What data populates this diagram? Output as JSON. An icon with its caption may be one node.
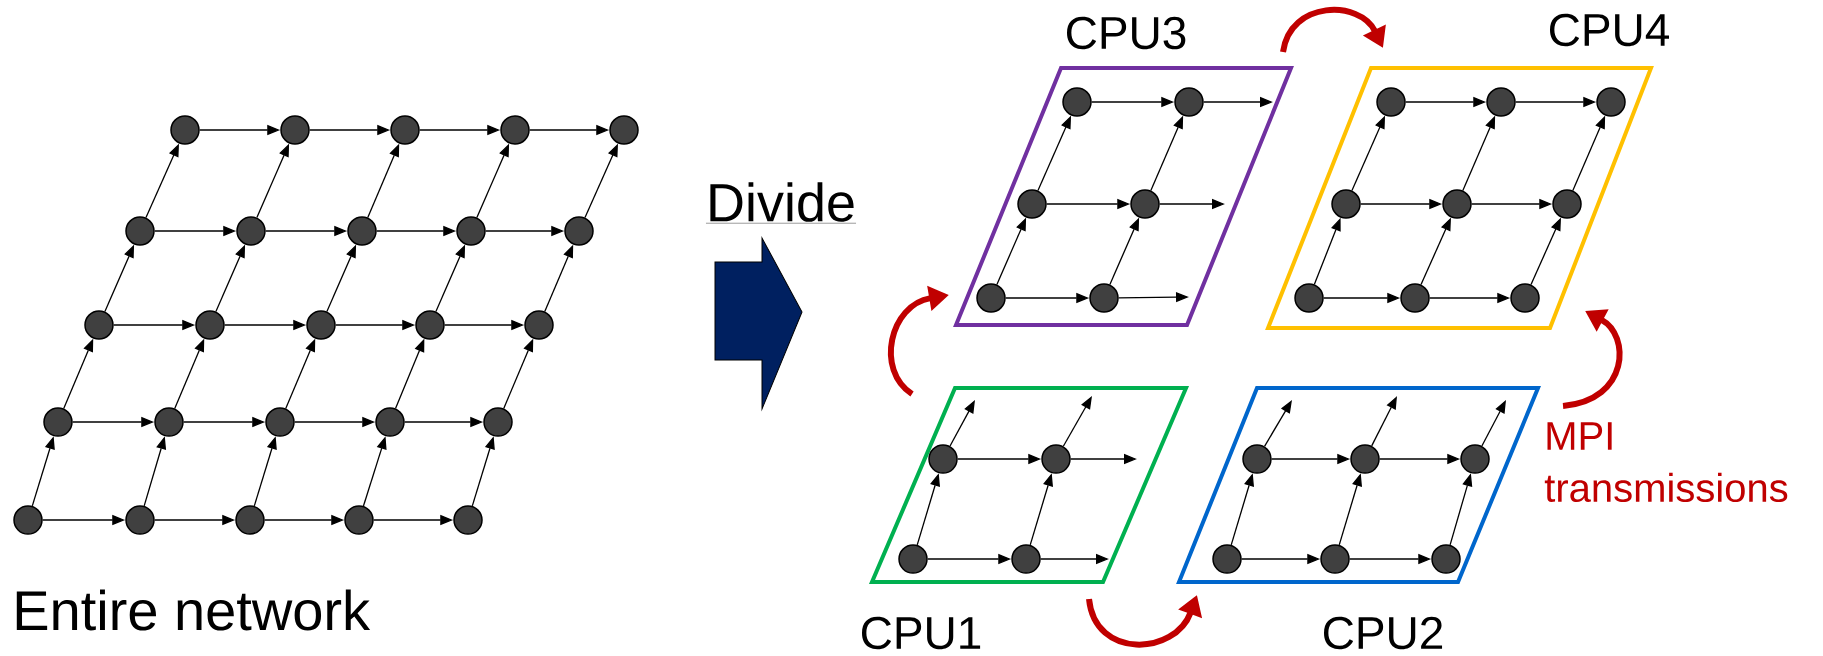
{
  "diagram": {
    "nodes": [
      {
        "text": [],
        "shape": "circle"
      },
      {
        "text": [],
        "shape": "circle"
      },
      {
        "text": [],
        "shape": "circle"
      },
      {
        "text": [],
        "shape": "circle"
      },
      {
        "text": [],
        "shape": "circle"
      },
      {
        "text": [],
        "shape": "circle"
      },
      {
        "text": [],
        "shape": "circle"
      },
      {
        "text": [],
        "shape": "circle"
      },
      {
        "text": [],
        "shape": "circle"
      },
      {
        "text": [],
        "shape": "circle"
      },
      {
        "text": [],
        "shape": "circle"
      },
      {
        "text": [],
        "shape": "circle"
      },
      {
        "text": [],
        "shape": "circle"
      },
      {
        "text": [],
        "shape": "circle"
      },
      {
        "text": [],
        "shape": "circle"
      },
      {
        "text": [],
        "shape": "circle"
      },
      {
        "text": [],
        "shape": "circle"
      },
      {
        "text": [],
        "shape": "circle"
      },
      {
        "text": [],
        "shape": "circle"
      },
      {
        "text": [],
        "shape": "circle"
      },
      {
        "text": [],
        "shape": "circle"
      },
      {
        "text": [],
        "shape": "circle"
      },
      {
        "text": [],
        "shape": "circle"
      },
      {
        "text": [],
        "shape": "circle"
      },
      {
        "text": [],
        "shape": "circle"
      },
      {
        "text": [
          "CPU3"
        ]
      },
      {
        "text": [],
        "shape": "circle",
        "in": 25
      },
      {
        "text": [],
        "shape": "circle",
        "in": 25
      },
      {
        "text": [],
        "shape": "circle",
        "in": 25
      },
      {
        "text": [],
        "shape": "circle",
        "in": 25
      },
      {
        "text": [],
        "shape": "circle",
        "in": 25
      },
      {
        "text": [],
        "shape": "circle",
        "in": 25
      },
      {
        "text": [
          "CPU4"
        ]
      },
      {
        "text": [],
        "shape": "circle",
        "in": 32
      },
      {
        "text": [],
        "shape": "circle",
        "in": 32
      },
      {
        "text": [],
        "shape": "circle",
        "in": 32
      },
      {
        "text": [],
        "shape": "circle",
        "in": 32
      },
      {
        "text": [],
        "shape": "circle",
        "in": 32
      },
      {
        "text": [],
        "shape": "circle",
        "in": 32
      },
      {
        "text": [],
        "shape": "circle",
        "in": 32
      },
      {
        "text": [],
        "shape": "circle",
        "in": 32
      },
      {
        "text": [],
        "shape": "circle",
        "in": 32
      },
      {
        "text": [
          "CPU1"
        ]
      },
      {
        "text": [],
        "shape": "circle",
        "in": 42
      },
      {
        "text": [],
        "shape": "circle",
        "in": 42
      },
      {
        "text": [],
        "shape": "circle",
        "in": 42
      },
      {
        "text": [],
        "shape": "circle",
        "in": 42
      },
      {
        "text": [
          "CPU2"
        ]
      },
      {
        "text": [],
        "shape": "circle",
        "in": 47
      },
      {
        "text": [],
        "shape": "circle",
        "in": 47
      },
      {
        "text": [],
        "shape": "circle",
        "in": 47
      },
      {
        "text": [],
        "shape": "circle",
        "in": 47
      },
      {
        "text": [],
        "shape": "circle",
        "in": 47
      },
      {
        "text": [],
        "shape": "circle",
        "in": 47
      }
    ],
    "edges": [
      {
        "from": 0,
        "to": 1,
        "arrow": "to"
      },
      {
        "from": 1,
        "to": 2,
        "arrow": "to"
      },
      {
        "from": 2,
        "to": 3,
        "arrow": "to"
      },
      {
        "from": 3,
        "to": 4,
        "arrow": "to"
      },
      {
        "from": 5,
        "to": 6,
        "arrow": "to"
      },
      {
        "from": 6,
        "to": 7,
        "arrow": "to"
      },
      {
        "from": 7,
        "to": 8,
        "arrow": "to"
      },
      {
        "from": 8,
        "to": 9,
        "arrow": "to"
      },
      {
        "from": 10,
        "to": 11,
        "arrow": "to"
      },
      {
        "from": 11,
        "to": 12,
        "arrow": "to"
      },
      {
        "from": 12,
        "to": 13,
        "arrow": "to"
      },
      {
        "from": 13,
        "to": 14,
        "arrow": "to"
      },
      {
        "from": 15,
        "to": 16,
        "arrow": "to"
      },
      {
        "from": 16,
        "to": 17,
        "arrow": "to"
      },
      {
        "from": 17,
        "to": 18,
        "arrow": "to"
      },
      {
        "from": 18,
        "to": 19,
        "arrow": "to"
      },
      {
        "from": 20,
        "to": 21,
        "arrow": "to"
      },
      {
        "from": 21,
        "to": 22,
        "arrow": "to"
      },
      {
        "from": 22,
        "to": 23,
        "arrow": "to"
      },
      {
        "from": 23,
        "to": 24,
        "arrow": "to"
      },
      {
        "from": 5,
        "to": 0,
        "arrow": "to"
      },
      {
        "from": 6,
        "to": 1,
        "arrow": "to"
      },
      {
        "from": 7,
        "to": 2,
        "arrow": "to"
      },
      {
        "from": 8,
        "to": 3,
        "arrow": "to"
      },
      {
        "from": 9,
        "to": 4,
        "arrow": "to"
      },
      {
        "from": 10,
        "to": 5,
        "arrow": "to"
      },
      {
        "from": 11,
        "to": 6,
        "arrow": "to"
      },
      {
        "from": 12,
        "to": 7,
        "arrow": "to"
      },
      {
        "from": 13,
        "to": 8,
        "arrow": "to"
      },
      {
        "from": 14,
        "to": 9,
        "arrow": "to"
      },
      {
        "from": 15,
        "to": 10,
        "arrow": "to"
      },
      {
        "from": 16,
        "to": 11,
        "arrow": "to"
      },
      {
        "from": 17,
        "to": 12,
        "arrow": "to"
      },
      {
        "from": 18,
        "to": 13,
        "arrow": "to"
      },
      {
        "from": 19,
        "to": 14,
        "arrow": "to"
      },
      {
        "from": 20,
        "to": 15,
        "arrow": "to"
      },
      {
        "from": 21,
        "to": 16,
        "arrow": "to"
      },
      {
        "from": 22,
        "to": 17,
        "arrow": "to"
      },
      {
        "from": 23,
        "to": 18,
        "arrow": "to"
      },
      {
        "from": 24,
        "to": 19,
        "arrow": "to"
      },
      {
        "from": 26,
        "to": 27,
        "arrow": "to"
      },
      {
        "from": 27,
        "to": null,
        "arrow": "to"
      },
      {
        "from": 28,
        "to": 29,
        "arrow": "to"
      },
      {
        "from": 29,
        "to": null,
        "arrow": "to"
      },
      {
        "from": 30,
        "to": 31,
        "arrow": "to"
      },
      {
        "from": 31,
        "to": null,
        "arrow": "to"
      },
      {
        "from": 30,
        "to": 28,
        "arrow": "to"
      },
      {
        "from": 28,
        "to": 26,
        "arrow": "to"
      },
      {
        "from": 31,
        "to": 29,
        "arrow": "to"
      },
      {
        "from": 29,
        "to": 27,
        "arrow": "to"
      },
      {
        "from": 33,
        "to": 34,
        "arrow": "to"
      },
      {
        "from": 34,
        "to": 35,
        "arrow": "to"
      },
      {
        "from": 36,
        "to": 37,
        "arrow": "to"
      },
      {
        "from": 37,
        "to": 38,
        "arrow": "to"
      },
      {
        "from": 39,
        "to": 40,
        "arrow": "to"
      },
      {
        "from": 40,
        "to": 41,
        "arrow": "to"
      },
      {
        "from": 39,
        "to": 36,
        "arrow": "to"
      },
      {
        "from": 36,
        "to": 33,
        "arrow": "to"
      },
      {
        "from": 40,
        "to": 37,
        "arrow": "to"
      },
      {
        "from": 37,
        "to": 34,
        "arrow": "to"
      },
      {
        "from": 41,
        "to": 38,
        "arrow": "to"
      },
      {
        "from": 38,
        "to": 35,
        "arrow": "to"
      },
      {
        "from": 43,
        "to": 44,
        "arrow": "to"
      },
      {
        "from": 44,
        "to": null,
        "arrow": "to"
      },
      {
        "from": 45,
        "to": 46,
        "arrow": "to"
      },
      {
        "from": 46,
        "to": null,
        "arrow": "to"
      },
      {
        "from": 45,
        "to": 43,
        "arrow": "to"
      },
      {
        "from": 43,
        "to": null,
        "arrow": "to"
      },
      {
        "from": 46,
        "to": 44,
        "arrow": "to"
      },
      {
        "from": 44,
        "to": null,
        "arrow": "to"
      },
      {
        "from": 48,
        "to": 49,
        "arrow": "to"
      },
      {
        "from": 49,
        "to": 50,
        "arrow": "to"
      },
      {
        "from": 51,
        "to": 52,
        "arrow": "to"
      },
      {
        "from": 52,
        "to": 53,
        "arrow": "to"
      },
      {
        "from": 51,
        "to": 48,
        "arrow": "to"
      },
      {
        "from": 48,
        "to": null,
        "arrow": "to"
      },
      {
        "from": 52,
        "to": 49,
        "arrow": "to"
      },
      {
        "from": 49,
        "to": null,
        "arrow": "to"
      },
      {
        "from": 53,
        "to": 50,
        "arrow": "to"
      },
      {
        "from": 50,
        "to": null,
        "arrow": "to"
      },
      {
        "from": 42,
        "to": 25,
        "arrow": "to",
        "style": "thick",
        "color": "#c00000"
      },
      {
        "from": 25,
        "to": 32,
        "arrow": "to",
        "style": "thick",
        "color": "#c00000"
      },
      {
        "from": 42,
        "to": 47,
        "arrow": "to",
        "style": "thick",
        "color": "#c00000"
      },
      {
        "from": 47,
        "to": 32,
        "arrow": "to",
        "style": "thick",
        "color": "#c00000"
      }
    ],
    "labels": [
      "Divide",
      "Entire network",
      "MPI transmissions"
    ]
  }
}
